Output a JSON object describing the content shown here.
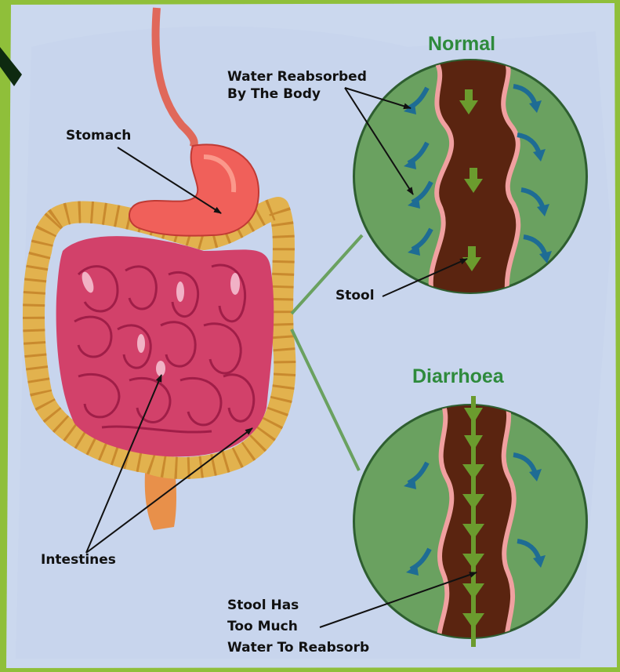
{
  "labels": {
    "stomach": "Stomach",
    "water_reabsorbed_line1": "Water Reabsorbed",
    "water_reabsorbed_line2": "By The Body",
    "stool": "Stool",
    "intestines": "Intestines",
    "stool_too_much_line1": "Stool Has",
    "stool_too_much_line2": "Too Much",
    "stool_too_much_line3": "Water To Reabsorb"
  },
  "titles": {
    "normal": "Normal",
    "diarrhoea": "Diarrhoea"
  },
  "colors": {
    "title_green": "#2e8a3c",
    "background_paper": "#cbd8ee",
    "circle_green": "#6aa160",
    "colon_brown": "#5a2410",
    "colon_lining": "#f0a0a0",
    "water_arrow_blue": "#1e6c94",
    "stool_arrow_green": "#6b9b2e",
    "intestine_pink": "#d2416a",
    "colon_yellow": "#e2b24e",
    "stomach_pink": "#f0605a",
    "frame_green": "#8fbf3a"
  }
}
